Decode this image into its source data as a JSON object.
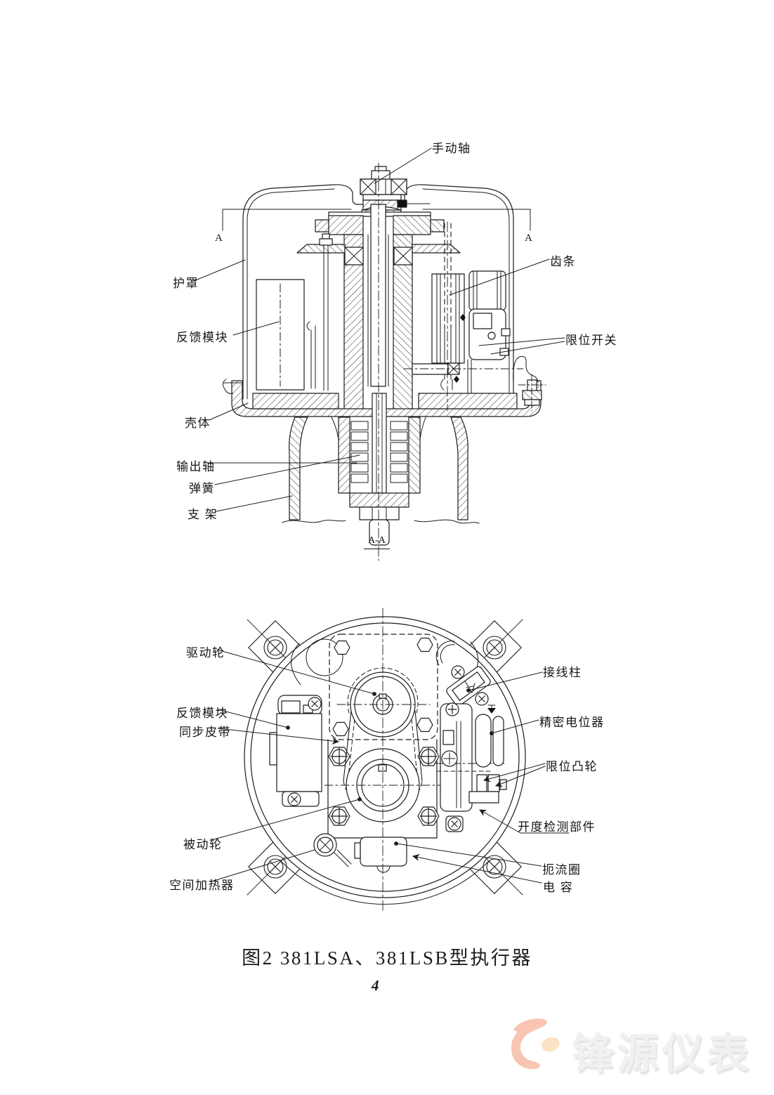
{
  "figure_top": {
    "section_letter_left": "A",
    "section_letter_right": "A",
    "section_title": "A-A",
    "labels": {
      "manual_shaft": "手动轴",
      "shield": "护罩",
      "rack": "齿条",
      "feedback_module": "反馈模块",
      "limit_switch": "限位开关",
      "housing": "壳体",
      "output_shaft": "输出轴",
      "spring": "弹簧",
      "bracket": "支 架"
    }
  },
  "figure_bottom": {
    "labels": {
      "drive_wheel": "驱动轮",
      "terminal_post": "接线柱",
      "feedback_module": "反馈模块",
      "precision_potentiometer": "精密电位器",
      "sync_belt": "同步皮带",
      "limit_cam": "限位凸轮",
      "driven_wheel": "被动轮",
      "opening_detector": "开度检测部件",
      "choke_coil": "扼流圈",
      "capacitor": "电 容",
      "space_heater": "空间加热器"
    }
  },
  "caption": "图2 381LSA、381LSB型执行器",
  "page_number": "4",
  "watermark": {
    "brand": "锋源仪表"
  },
  "colors": {
    "line": "#1c1c1c",
    "logo_swoosh": "#f8c5b2",
    "logo_dot": "#fbe3c7",
    "watermark_text": "#f1f1f1"
  }
}
